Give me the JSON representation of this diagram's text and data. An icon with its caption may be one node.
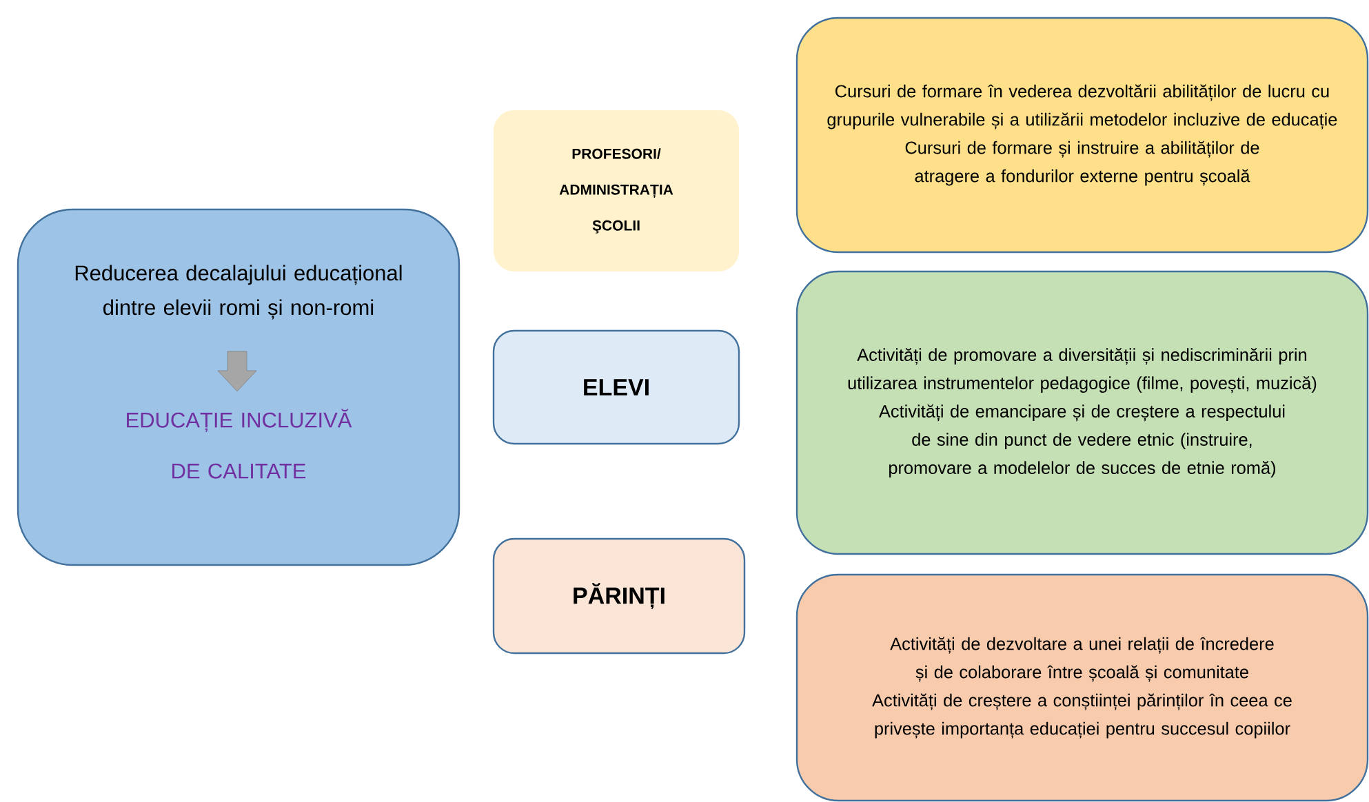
{
  "diagram": {
    "nodes": [
      {
        "text": [
          "Reducerea decalajului educațional dintre elevii romi și non-romi",
          "EDUCAȚIE INCLUZIVĂ DE CALITATE"
        ]
      },
      {
        "text": [
          "PROFESORI/ ADMINISTRAȚIA ŞCOLII"
        ]
      },
      {
        "text": [
          "ELEVI"
        ]
      },
      {
        "text": [
          "PĂRINȚI"
        ]
      },
      {
        "text": [
          "Cursuri de formare în vederea dezvoltării abilităților de lucru cu grupurile vulnerabile și a utilizării metodelor incluzive de educație",
          "Cursuri de formare și instruire a abilităților de atragere a fondurilor externe pentru școală"
        ]
      },
      {
        "text": [
          "Activități de promovare a diversității și nediscriminării prin utilizarea instrumentelor pedagogice (filme, povești, muzică)",
          "Activități de emancipare și de creștere a respectului de sine din punct de vedere etnic (instruire, promovare a modelelor de succes de etnie romă)"
        ]
      },
      {
        "text": [
          "Activități de dezvoltare a unei relații de încredere și de colaborare între școală și comunitate",
          "Activități de creștere a conștiinței părinților în ceea ce privește importanța educației pentru succesul copiilor"
        ]
      }
    ]
  }
}
